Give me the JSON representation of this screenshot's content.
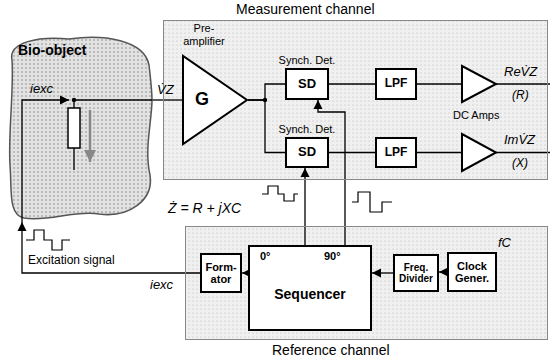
{
  "diagram": {
    "nodes": [
      {
        "text": [
          "Bio-object"
        ]
      },
      {
        "text": [
          "Measurement channel"
        ]
      },
      {
        "text": [
          "Pre-amplifier",
          "G"
        ],
        "in": 1
      },
      {
        "text": [
          "Synch. Det.",
          "SD"
        ],
        "in": 1
      },
      {
        "text": [
          "Synch. Det.",
          "SD"
        ],
        "in": 1
      },
      {
        "text": [
          "LPF"
        ],
        "in": 1
      },
      {
        "text": [
          "LPF"
        ],
        "in": 1
      },
      {
        "text": [
          "Reference channel"
        ]
      },
      {
        "text": [
          "Form-ator"
        ],
        "in": 7
      },
      {
        "text": [
          "0°",
          "90°",
          "Sequencer"
        ],
        "in": 7
      },
      {
        "text": [
          "Freq. Divider"
        ],
        "in": 7
      },
      {
        "text": [
          "Clock Gener."
        ],
        "in": 7
      }
    ],
    "edges": [
      {
        "from": 0,
        "to": 2,
        "arrow": "none",
        "label": "V̇Z"
      },
      {
        "from": 2,
        "to": 3,
        "arrow": "none"
      },
      {
        "from": 2,
        "to": 4,
        "arrow": "none"
      },
      {
        "from": 3,
        "to": 5,
        "arrow": "none"
      },
      {
        "from": 4,
        "to": 6,
        "arrow": "none"
      },
      {
        "from": 11,
        "to": 10,
        "arrow": "to"
      },
      {
        "from": 10,
        "to": 9,
        "arrow": "to"
      },
      {
        "from": 9,
        "to": 3,
        "arrow": "to"
      },
      {
        "from": 9,
        "to": 4,
        "arrow": "to"
      },
      {
        "from": 9,
        "to": 8,
        "arrow": "to"
      },
      {
        "from": 8,
        "to": 0,
        "arrow": "to",
        "label": "Excitation signal"
      }
    ],
    "labels": [
      "iexc",
      "Ż = R + jXC",
      "DC Amps",
      "ReV̇Z",
      "(R)",
      "ImV̇Z",
      "(X)",
      "fC",
      "iexc"
    ]
  }
}
